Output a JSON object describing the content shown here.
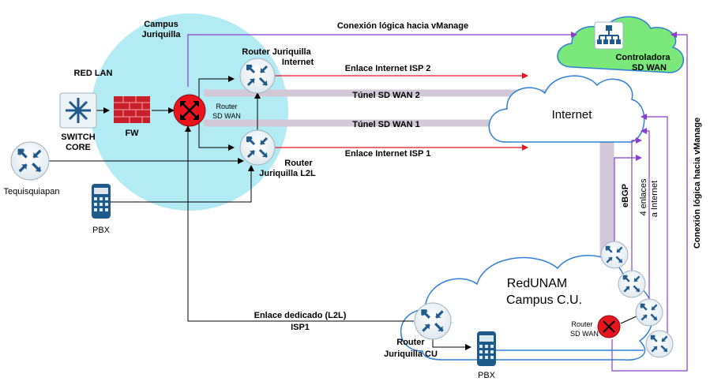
{
  "campus": {
    "line1": "Campus",
    "line2": "Juriquilla"
  },
  "labels": {
    "vmanage_top": "Conexión lógica hacia vManage",
    "vmanage_right": "Conexión lógica hacia vManage",
    "red_lan": "RED LAN",
    "switch_core_1": "SWITCH",
    "switch_core_2": "CORE",
    "fw": "FW",
    "router_sdwan_1": "Router",
    "router_sdwan_2": "SD WAN",
    "router_internet_1": "Router Juriquilla",
    "router_internet_2": "Internet",
    "router_l2l_1": "Router",
    "router_l2l_2": "Juriquilla L2L",
    "tequisquiapan": "Tequisquiapan",
    "pbx_left": "PBX",
    "isp2": "Enlace Internet ISP 2",
    "isp1": "Enlace Internet ISP 1",
    "tunnel2": "Túnel SD WAN 2",
    "tunnel1": "Túnel SD WAN 1",
    "internet": "Internet",
    "controller_1": "Controladora",
    "controller_2": "SD WAN",
    "ebgp": "eBGP",
    "links_1": "4 enlaces",
    "links_2": "a Internet",
    "redunam_1": "RedUNAM",
    "redunam_2": "Campus C.U.",
    "dedicated_1": "Enlace dedicado  (L2L)",
    "dedicated_2": "ISP1",
    "router_cu_1": "Router",
    "router_cu_2": "Juriquilla CU",
    "pbx_cu": "PBX",
    "router_sdwan_cu_1": "Router",
    "router_sdwan_cu_2": "SD WAN"
  },
  "colors": {
    "campus_bg": "#b3ebf5",
    "sdwan_router": "#e8141e",
    "internet_link": "#e8141e",
    "tunnel": "#d3c8d8",
    "vmanage_line": "#8a3fd0",
    "cloud_stroke": "#2f7fd6",
    "controller_cloud": "#7ae87a",
    "device_icon": "#1f5a8c",
    "firewall": "#c8202a"
  }
}
